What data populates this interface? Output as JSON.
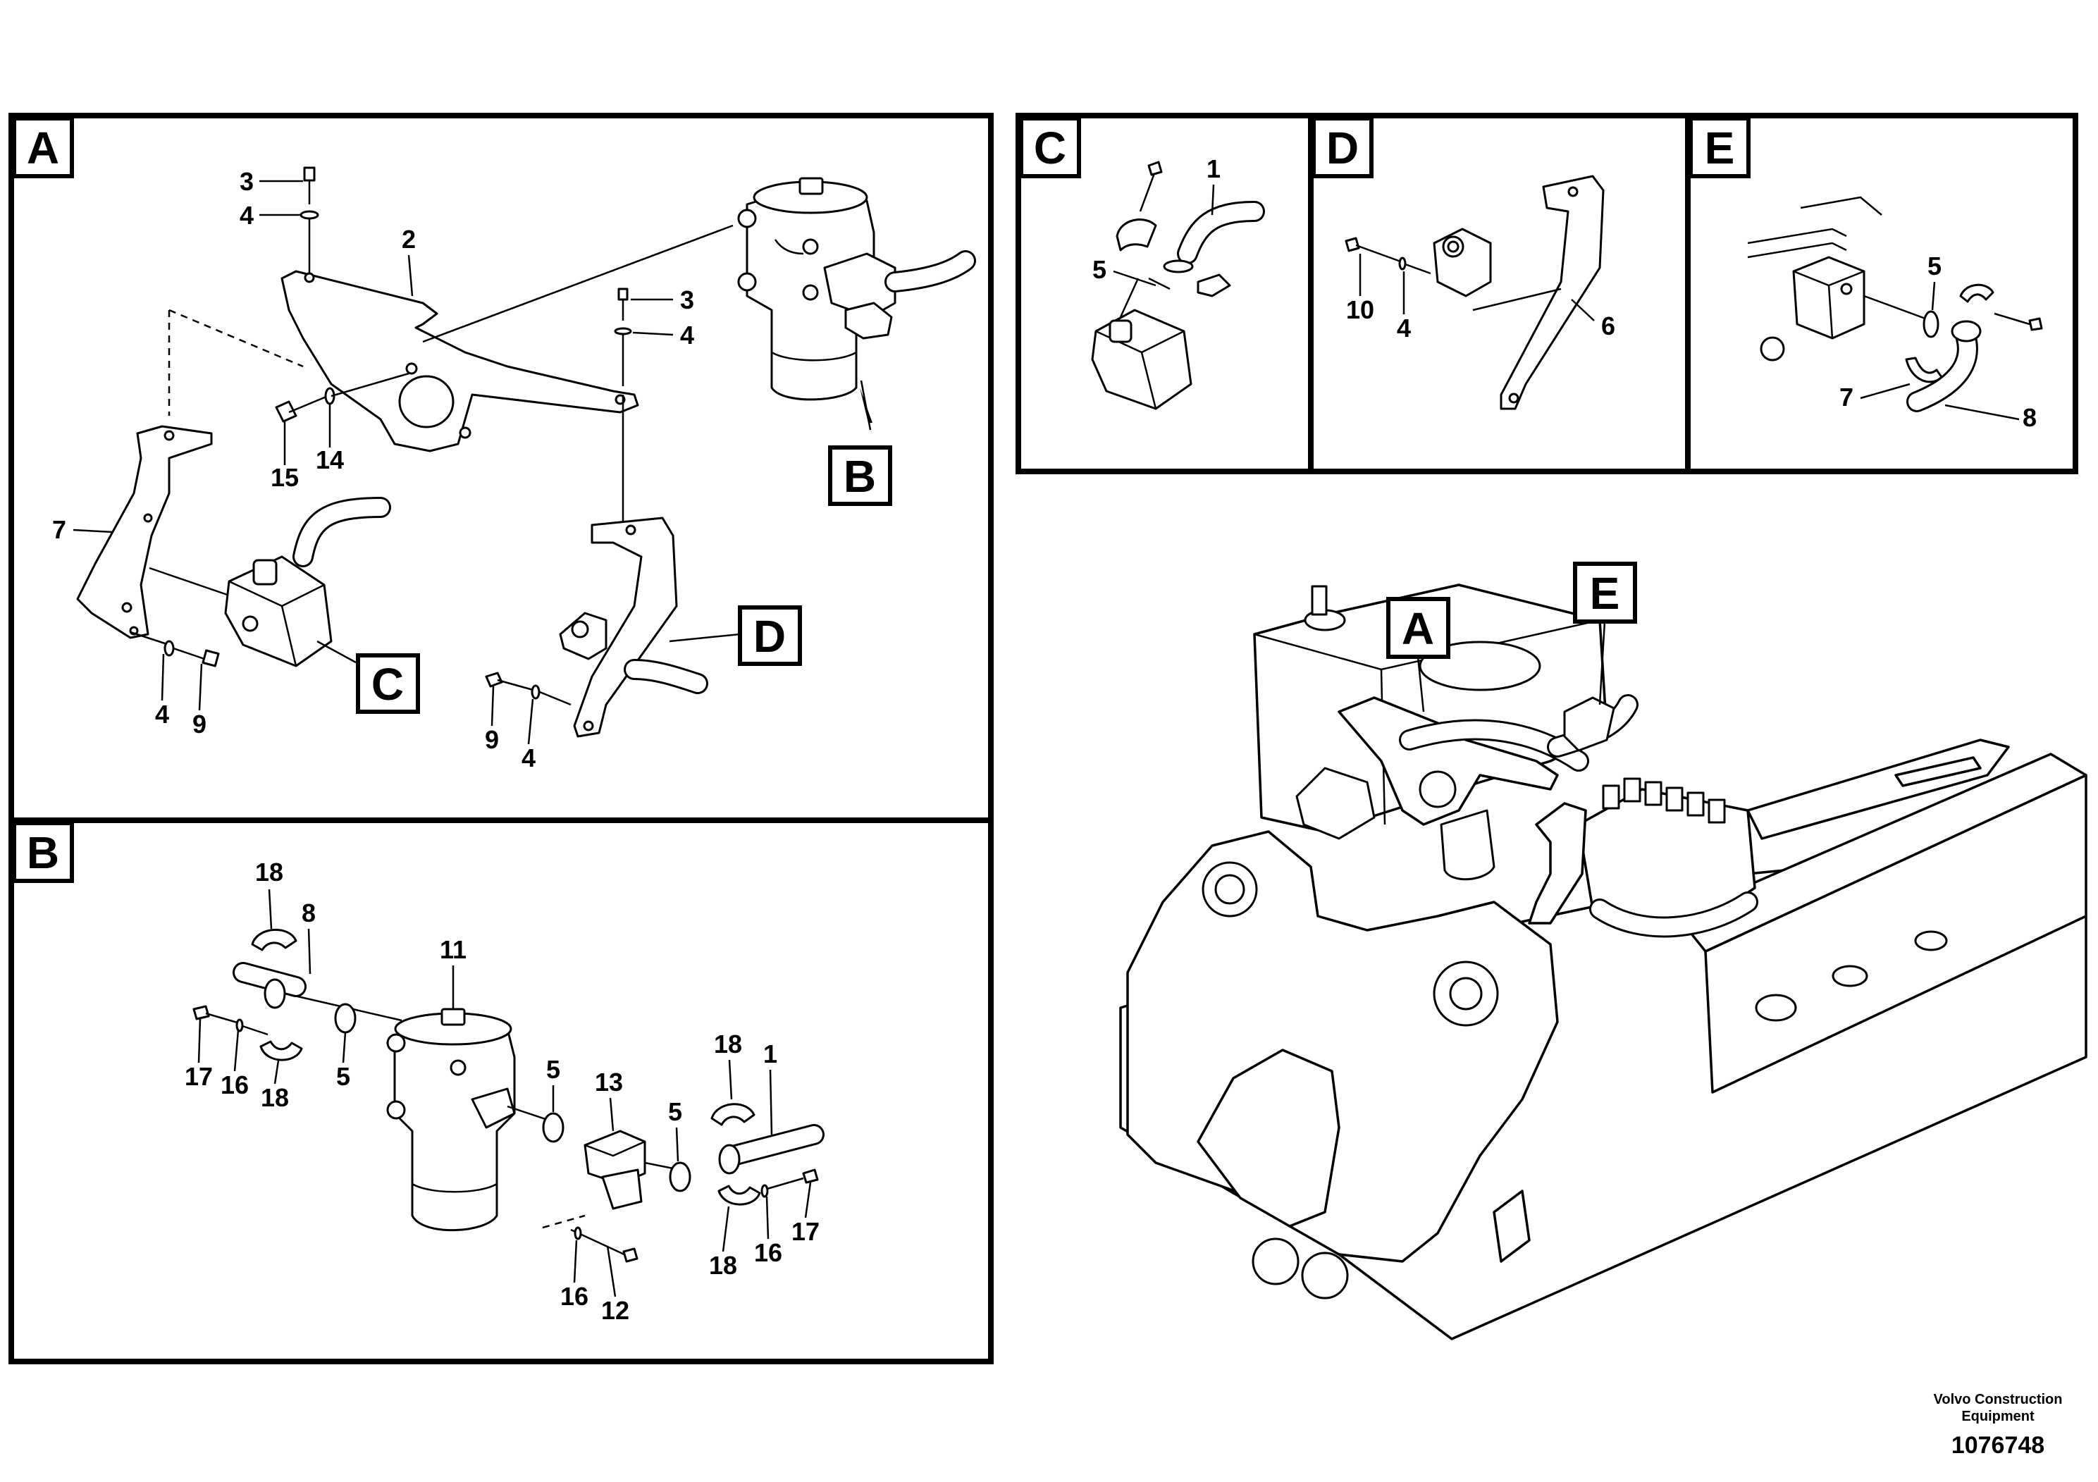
{
  "panels": {
    "A": {
      "label": "A"
    },
    "B": {
      "label": "B"
    },
    "C": {
      "label": "C"
    },
    "D": {
      "label": "D"
    },
    "E": {
      "label": "E"
    }
  },
  "callouts": {
    "A": [
      "3",
      "4",
      "2",
      "3",
      "4",
      "7",
      "15",
      "14",
      "4",
      "9",
      "9",
      "4"
    ],
    "A_refs": [
      "B",
      "C",
      "D"
    ],
    "B": [
      "18",
      "8",
      "11",
      "17",
      "16",
      "18",
      "5",
      "5",
      "13",
      "5",
      "18",
      "1",
      "18",
      "16",
      "17",
      "16",
      "12"
    ],
    "C": [
      "1",
      "5"
    ],
    "D": [
      "10",
      "4",
      "6"
    ],
    "E": [
      "5",
      "7",
      "8"
    ],
    "overview_refs": [
      "A",
      "E"
    ]
  },
  "footer": {
    "maker_line1": "Volvo Construction",
    "maker_line2": "Equipment",
    "drawing_number": "1076748"
  }
}
